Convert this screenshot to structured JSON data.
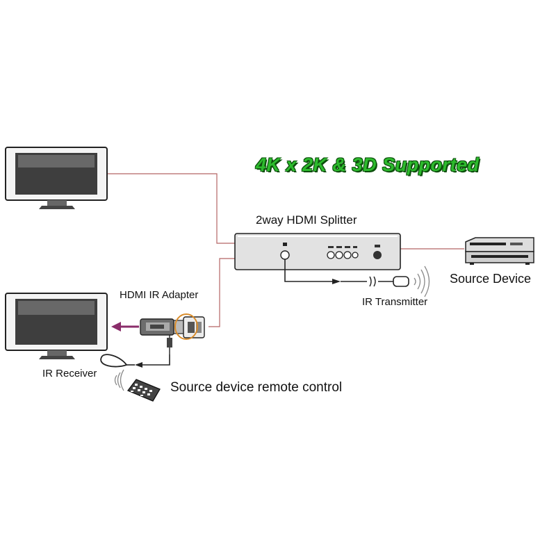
{
  "headline": "4K x 2K & 3D Supported",
  "labels": {
    "splitter": "2way HDMI Splitter",
    "source_device": "Source Device",
    "ir_transmitter": "IR Transmitter",
    "hdmi_ir_adapter": "HDMI IR Adapter",
    "ir_receiver": "IR Receiver",
    "remote_control": "Source device remote control"
  },
  "colors": {
    "headline": "#2dbb2d",
    "cable": "#b56464",
    "arrow": "#8a2d6a",
    "highlight": "#d98c2a"
  },
  "icons": [
    "monitor-icon",
    "hdmi-splitter-icon",
    "dvd-player-icon",
    "ir-transmitter-icon",
    "hdmi-ir-adapter-icon",
    "ir-receiver-icon",
    "remote-control-icon"
  ]
}
